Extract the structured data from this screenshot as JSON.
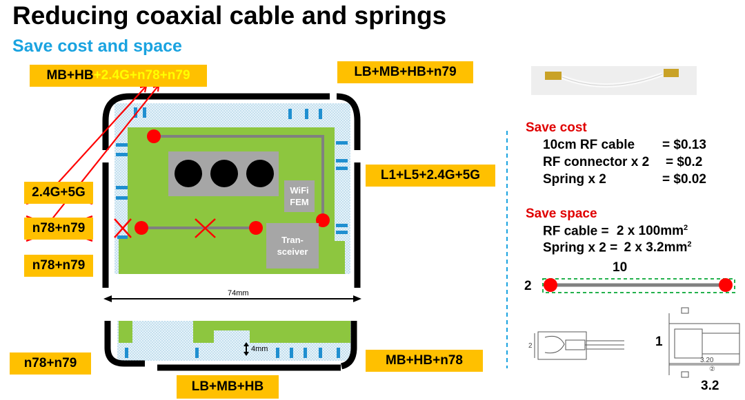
{
  "title": "Reducing coaxial cable and springs",
  "subtitle": "Save cost and space",
  "antenna_tags": {
    "top_left_prefix": "MB+HB",
    "top_left_highlight": "+2.4G+n78+n79",
    "top_right": "LB+MB+HB+n79",
    "left_removed_1": "2.4G+5G",
    "left_removed_2": "n78+n79",
    "left_kept": "n78+n79",
    "right_mid": "L1+L5+2.4G+5G",
    "bottom_left": "n78+n79",
    "bottom_center": "LB+MB+HB",
    "bottom_right": "MB+HB+n78"
  },
  "board": {
    "wifi_fem_line1": "WiFi",
    "wifi_fem_line2": "FEM",
    "transceiver_line1": "Tran-",
    "transceiver_line2": "sceiver",
    "width_label": "74mm",
    "gap_label": "4mm"
  },
  "save_cost": {
    "heading": "Save cost",
    "rows": [
      {
        "label": "10cm RF cable",
        "value": "= $0.13"
      },
      {
        "label": "RF connector x 2",
        "value": "= $0.2"
      },
      {
        "label": "Spring x 2",
        "value": "= $0.02"
      }
    ]
  },
  "save_space": {
    "heading": "Save space",
    "row1_label": "RF cable =",
    "row1_value": "2 x 100mm",
    "row1_sup": "2",
    "row2_label": "Spring x 2 =",
    "row2_value": "2 x 3.2mm",
    "row2_sup": "2"
  },
  "cable_dims": {
    "length": "10",
    "width": "2"
  },
  "spring_drawing": {
    "label_side": "1",
    "label_bottom": "3.2",
    "dim_text": "3.20",
    "circle_ref": "②",
    "small_dim": "2"
  },
  "colors": {
    "tag": "#ffc000",
    "board_green": "#8dc63f",
    "title_blue": "#1aa3e0",
    "red": "#e00000",
    "frame": "#000000"
  }
}
